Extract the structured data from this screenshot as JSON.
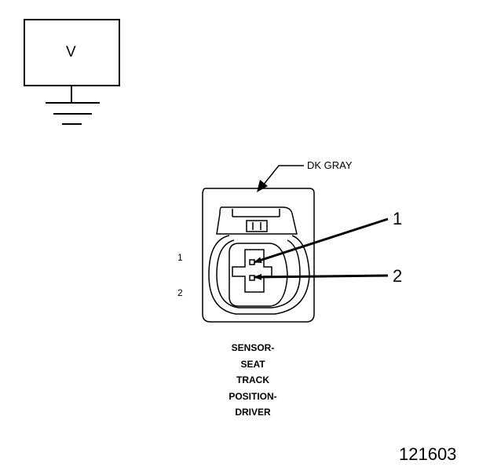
{
  "voltmeter": {
    "label": "V"
  },
  "connector": {
    "wire_color": "DK GRAY",
    "pin_labels": [
      "1",
      "2"
    ],
    "callouts": [
      "1",
      "2"
    ],
    "name_lines": [
      "SENSOR-",
      "SEAT",
      "TRACK",
      "POSITION-",
      "DRIVER"
    ]
  },
  "figure_id": "121603"
}
